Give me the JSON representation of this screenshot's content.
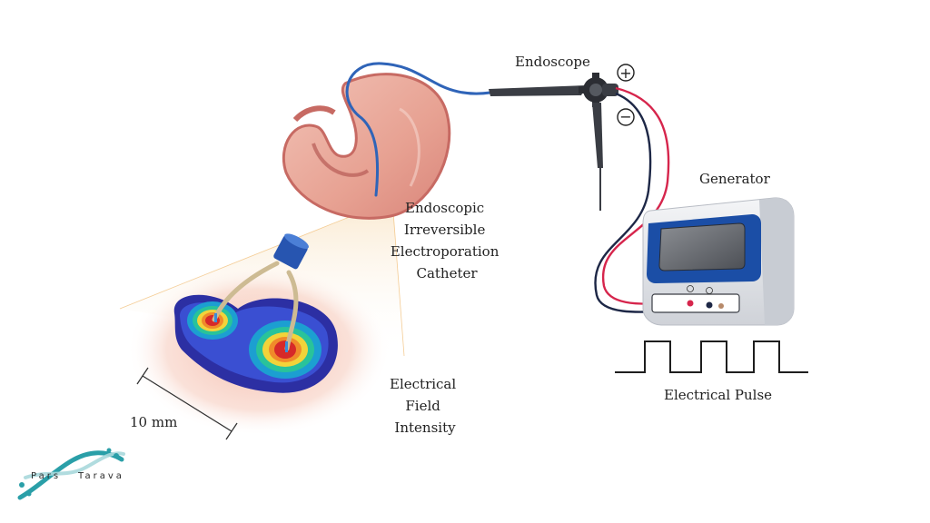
{
  "labels": {
    "endoscope": "Endoscope",
    "generator": "Generator",
    "catheter_lines": [
      "Endoscopic",
      "Irreversible",
      "Electroporation",
      "Catheter"
    ],
    "field_lines": [
      "Electrical",
      "Field",
      "Intensity"
    ],
    "pulse": "Electrical Pulse",
    "scale": "10 mm",
    "plus": "+",
    "minus": "−"
  },
  "logo": {
    "word1": "Pars",
    "word2": "Tarava"
  },
  "colors": {
    "accent_red": "#d6254c",
    "accent_navy": "#1d2746",
    "catheter_blue": "#2f64b8",
    "stomach": "#e9a79d",
    "generator_blue": "#1b4ea6",
    "logo_teal": "#2a9fa8"
  }
}
